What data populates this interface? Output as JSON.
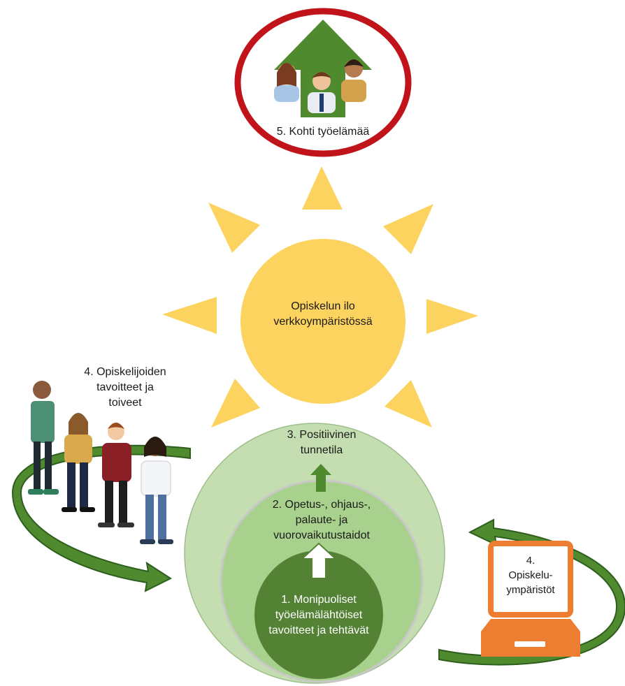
{
  "top_goal": {
    "label": "5. Kohti työelämää",
    "ring_color": "#c0141a",
    "arrow_color": "#4f8a2e"
  },
  "sun": {
    "label_lines": [
      "Opiskelun ilo",
      "verkkoympäristössä"
    ],
    "color": "#fcd35f"
  },
  "circles": {
    "outer": {
      "label_lines": [
        "3. Positiivinen",
        "tunnetila"
      ],
      "color": "#c5deb1"
    },
    "middle": {
      "label_lines": [
        "2. Opetus-, ohjaus-,",
        "palaute- ja",
        "vuorovaikutustaidot"
      ],
      "color": "#a9d18e"
    },
    "inner": {
      "label_lines": [
        "1. Monipuoliset",
        "työelämälähtöiset",
        "tavoitteet ja tehtävät"
      ],
      "color": "#548235"
    }
  },
  "left_group": {
    "label_lines": [
      "4. Opiskelijoiden",
      "tavoitteet ja",
      "toiveet"
    ]
  },
  "right_laptop": {
    "label_lines": [
      "4.",
      "Opiskelu-",
      "ympäristöt"
    ],
    "color": "#ed7d31"
  },
  "colors": {
    "green_arrow": "#4f8a2e",
    "dark_green": "#2e5e1e"
  }
}
